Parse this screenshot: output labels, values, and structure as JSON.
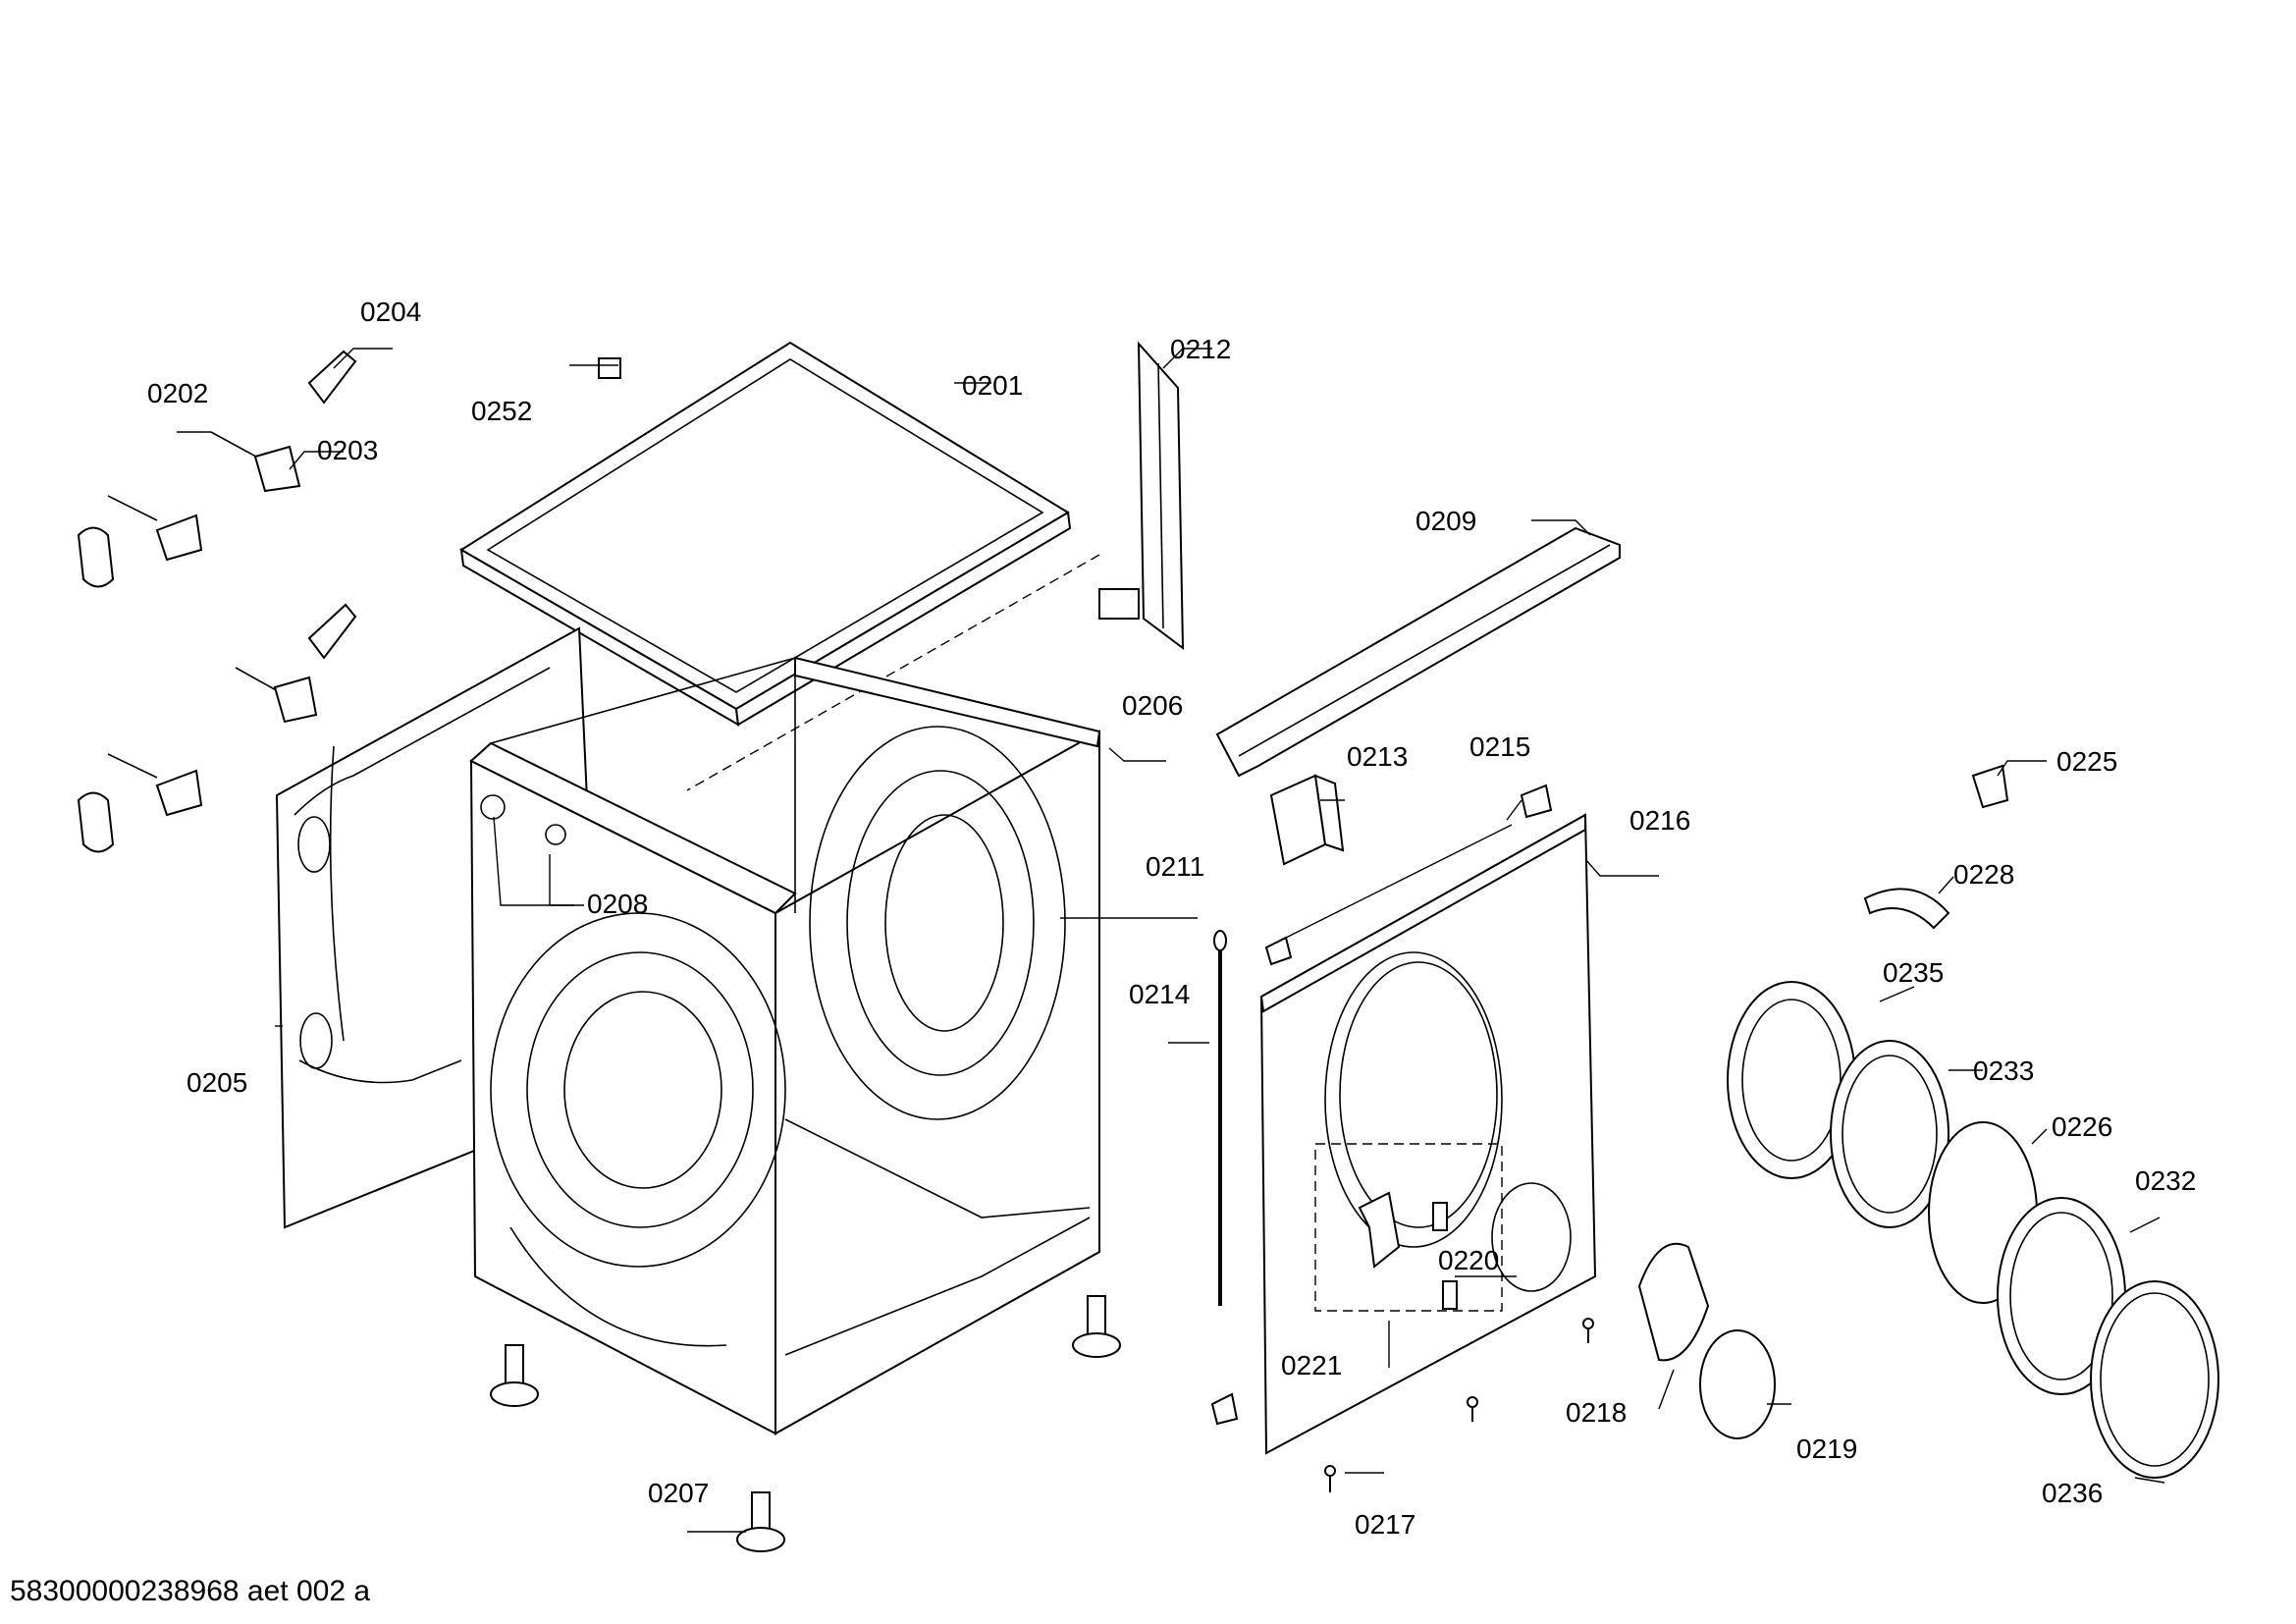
{
  "labels": {
    "p0201": "0201",
    "p0202": "0202",
    "p0203": "0203",
    "p0204": "0204",
    "p0205": "0205",
    "p0206": "0206",
    "p0207": "0207",
    "p0208": "0208",
    "p0209": "0209",
    "p0211": "0211",
    "p0212": "0212",
    "p0213": "0213",
    "p0214": "0214",
    "p0215": "0215",
    "p0216": "0216",
    "p0217": "0217",
    "p0218": "0218",
    "p0219": "0219",
    "p0220": "0220",
    "p0221": "0221",
    "p0225": "0225",
    "p0226": "0226",
    "p0228": "0228",
    "p0232": "0232",
    "p0233": "0233",
    "p0235": "0235",
    "p0236": "0236",
    "p0252": "0252"
  },
  "footer": "58300000238968 aet 002 a"
}
